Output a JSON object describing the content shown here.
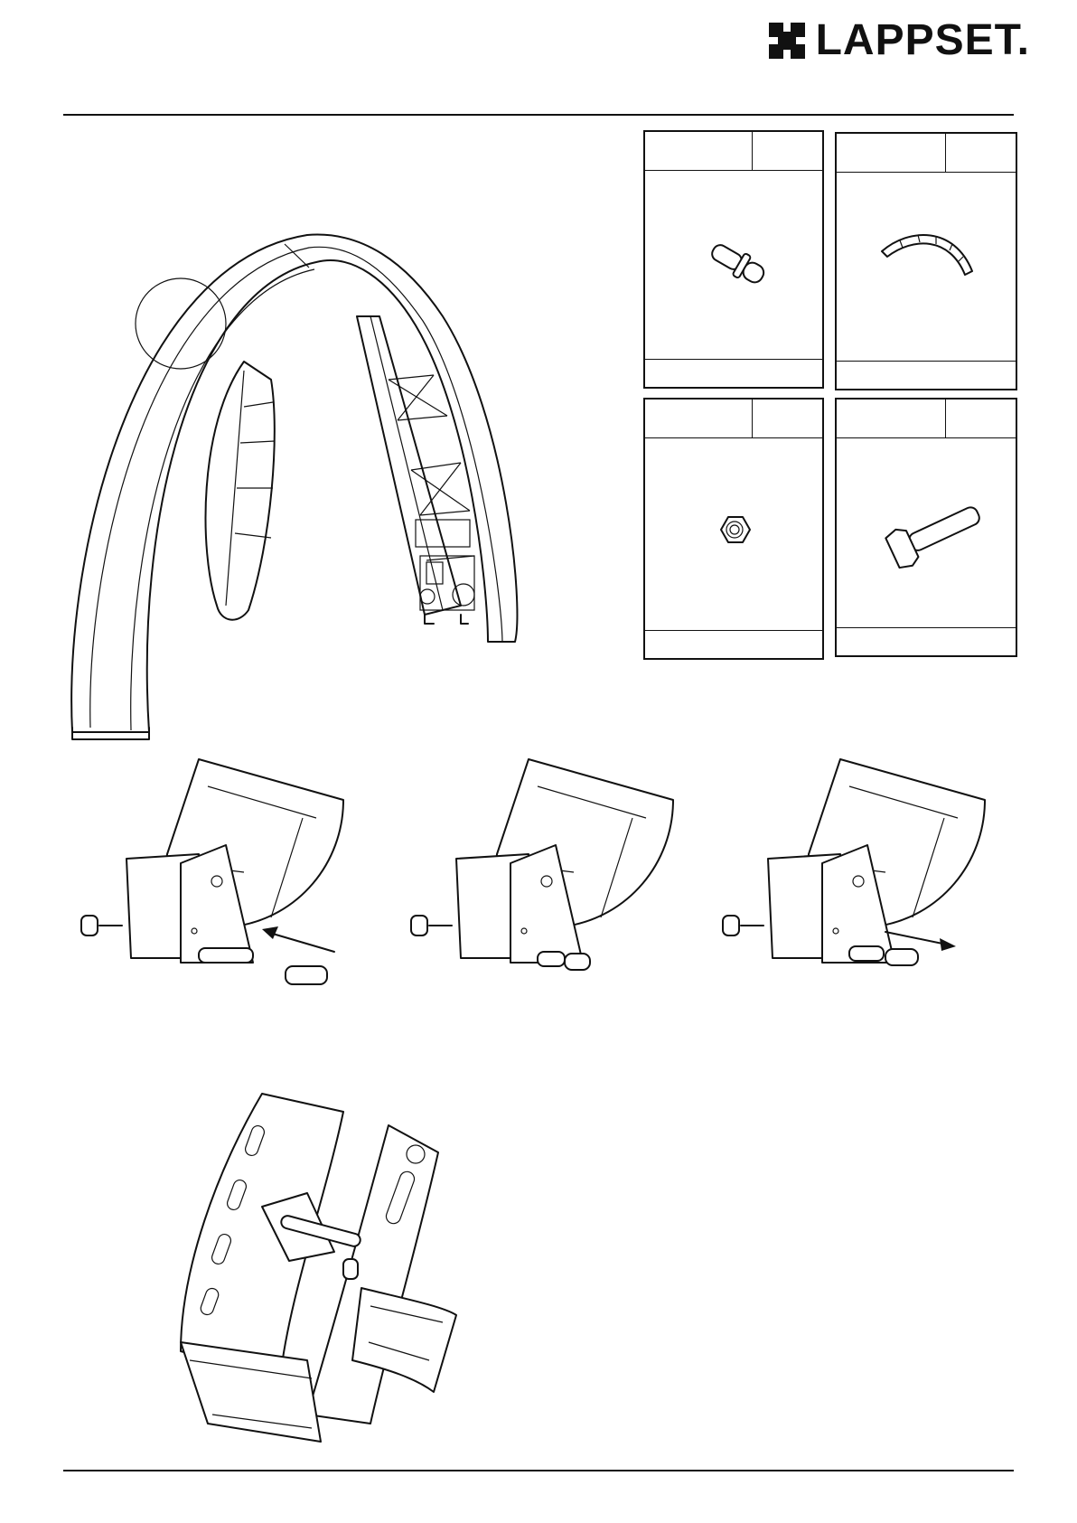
{
  "header": {
    "brand_name": "LAPPSET",
    "brand_dot": "."
  },
  "parts": [
    {
      "id": "pin",
      "icon": "pin-icon"
    },
    {
      "id": "curved-strip",
      "icon": "curved-strip-icon"
    },
    {
      "id": "lock-nut",
      "icon": "lock-nut-icon"
    },
    {
      "id": "hex-bolt",
      "icon": "hex-bolt-icon"
    }
  ],
  "colors": {
    "line": "#111111",
    "paper": "#ffffff"
  }
}
